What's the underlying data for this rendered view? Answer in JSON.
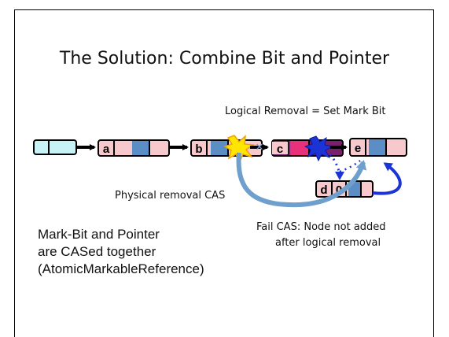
{
  "slide": {
    "title": "The Solution: Combine Bit and Pointer",
    "logical_removal_label": "Logical Removal = Set Mark Bit",
    "physical_removal_label": "Physical removal CAS",
    "fail_cas_line1": "Fail CAS: Node not  added",
    "fail_cas_line2": "after logical removal",
    "body_line1": "Mark-Bit and Pointer",
    "body_line2": "are CASed together",
    "body_line3": "(AtomicMarkableReference)"
  },
  "diagram": {
    "nodes": [
      {
        "key": "",
        "role": "head"
      },
      {
        "key": "a"
      },
      {
        "key": "b"
      },
      {
        "key": "c",
        "marked": true
      },
      {
        "key": "e"
      },
      {
        "key": "d",
        "mark_bit": "0"
      }
    ],
    "colors": {
      "head_fill": "#c7f3f6",
      "node_fill": "#f8c9cc",
      "mark_fill": "#5b8ec4",
      "marked_node_fill": "#7a1f6e",
      "marked_mark_fill": "#e8317a",
      "cas_arrow": "#6f9fcc",
      "fail_arrow": "#1c33d6"
    }
  }
}
